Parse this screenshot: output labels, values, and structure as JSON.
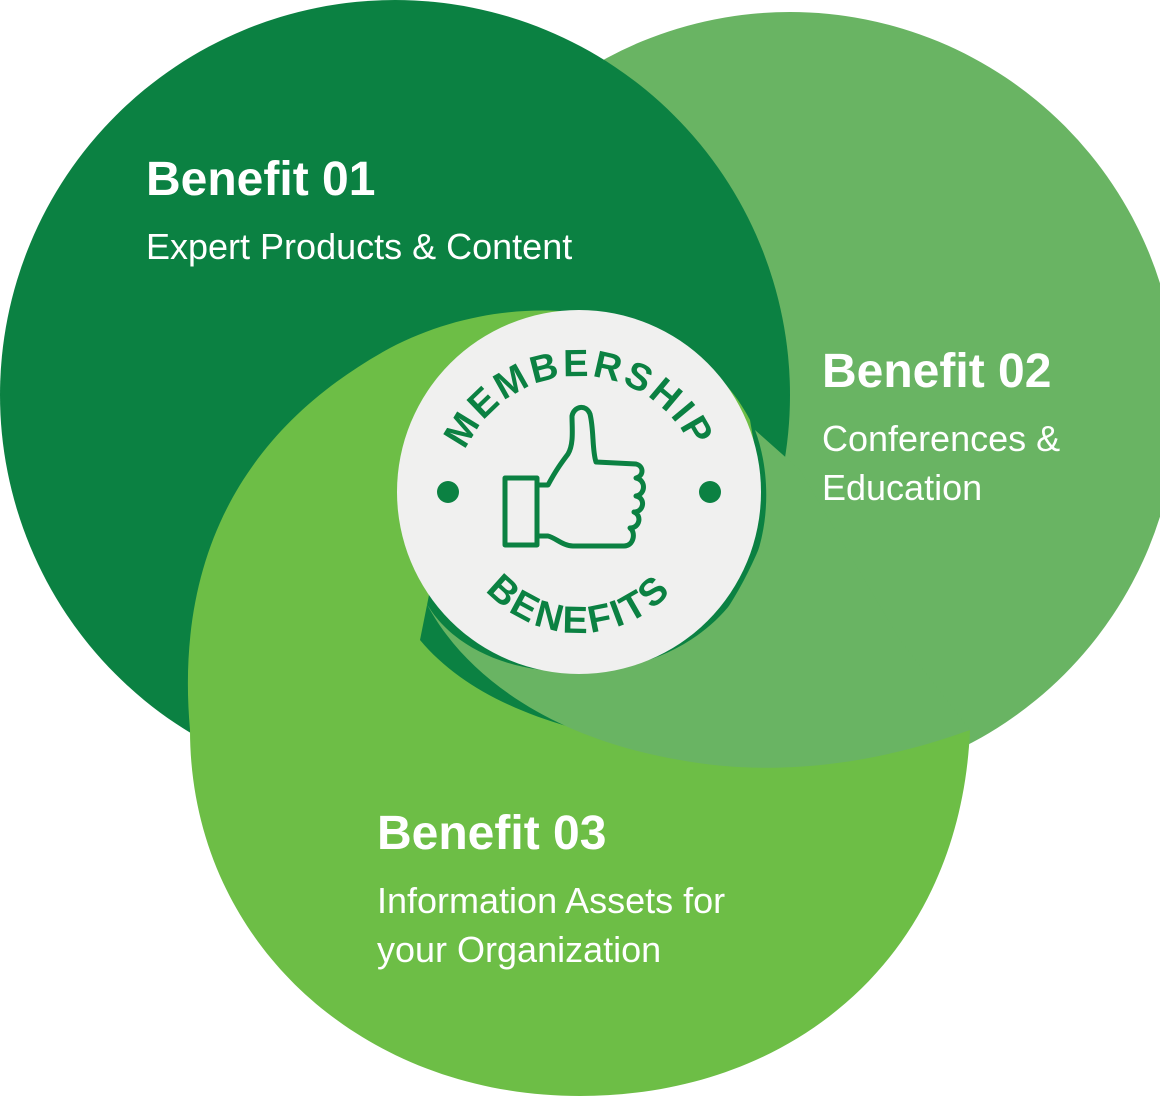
{
  "badge": {
    "top_text": "MEMBERSHIP",
    "bottom_text": "BENEFITS",
    "icon": "thumbs-up-icon"
  },
  "benefits": [
    {
      "title": "Benefit 01",
      "lines": [
        "Expert Products & Content"
      ]
    },
    {
      "title": "Benefit 02",
      "lines": [
        "Conferences &",
        "Education"
      ]
    },
    {
      "title": "Benefit 03",
      "lines": [
        "Information Assets for",
        "your Organization"
      ]
    }
  ],
  "colors": {
    "circle_1": "#0b8142",
    "circle_2": "#69b463",
    "circle_3": "#6dbe46",
    "badge_bg": "#f0f0ef",
    "badge_text": "#0b8142"
  }
}
